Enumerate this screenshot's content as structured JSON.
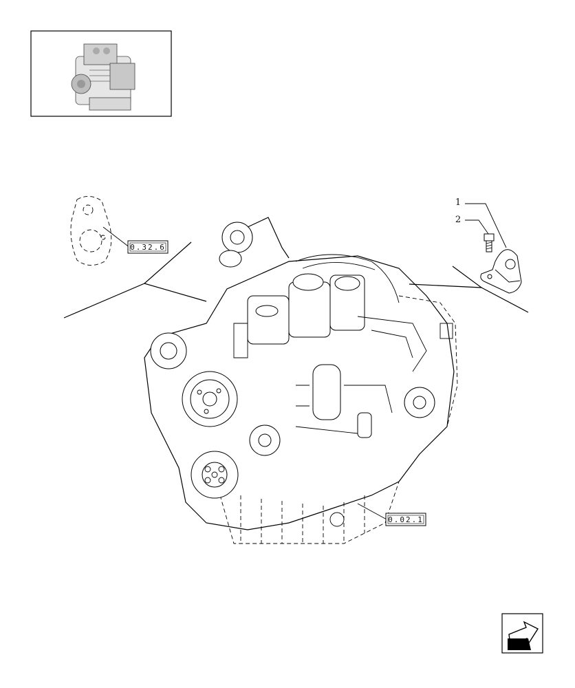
{
  "callouts": {
    "item_1": "1",
    "item_2": "2"
  },
  "references": {
    "ref_top_left": "0.32.6",
    "ref_bottom": "0.02.1"
  },
  "colors": {
    "line": "#000000",
    "background": "#ffffff"
  },
  "icons": {
    "thumbnail": "engine-thumbnail-icon",
    "nav": "next-page-arrow-icon"
  }
}
